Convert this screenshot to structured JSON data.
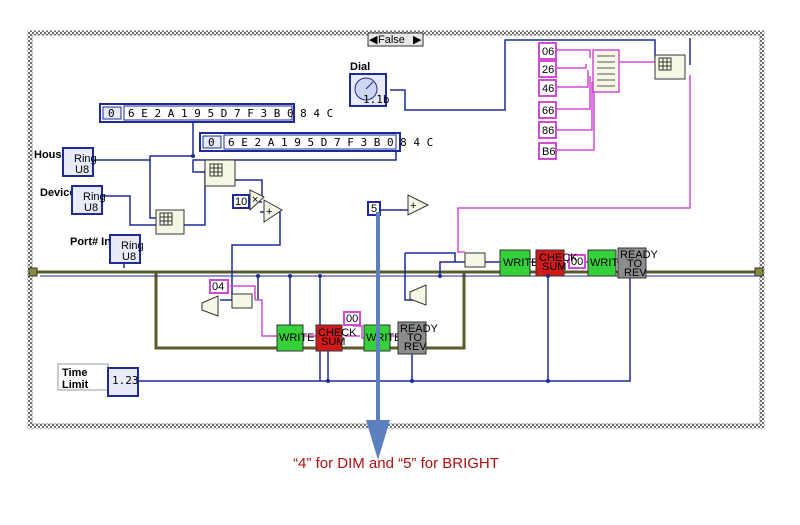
{
  "case_selector": {
    "value": "False",
    "left_arrow": "◀",
    "right_arrow": "▶"
  },
  "controls": {
    "dial": "Dial",
    "house": "House",
    "device": "Device",
    "port": "Port# In",
    "time_limit_line1": "Time",
    "time_limit_line2": "Limit"
  },
  "type_tags": {
    "ring": "Ring",
    "u8": "U8",
    "num": "1.23",
    "dial": "1.1b"
  },
  "hex_arrays": [
    {
      "index": "0",
      "values": "6 E 2 A 1 9 5 D 7 F 3 B 0 8 4 C"
    },
    {
      "index": "0",
      "values": "6 E 2 A 1 9 5 D 7 F 3 B 0 8 4 C"
    }
  ],
  "constants": {
    "multiplier": "10",
    "bright": "5",
    "dim_cmd": "04",
    "zero_a": "00",
    "zero_b": "00",
    "array_items": [
      "06",
      "26",
      "46",
      "66",
      "86",
      "B6"
    ]
  },
  "subvis": {
    "write_1": "WRITE",
    "checksum_1": [
      "CHECK",
      "SUM"
    ],
    "write_2": "WRITE",
    "ready_1": [
      "READY",
      "TO",
      "REV"
    ],
    "write_3": "WRITE",
    "checksum_2": [
      "CHECK",
      "SUM"
    ],
    "write_4": "WRITE",
    "ready_2": [
      "READY",
      "TO",
      "REV"
    ]
  },
  "annotation": "“4” for DIM and “5” for BRIGHT",
  "colors": {
    "frame": "#555555",
    "blue_wire": "#1c2a9a",
    "pink_wire": "#d24bd2",
    "green_subvi": "#36d13a",
    "red_subvi": "#d11a1a",
    "gray_subvi": "#8c8c8c",
    "arrow": "#5b7fbf",
    "annotation": "#b01010"
  }
}
